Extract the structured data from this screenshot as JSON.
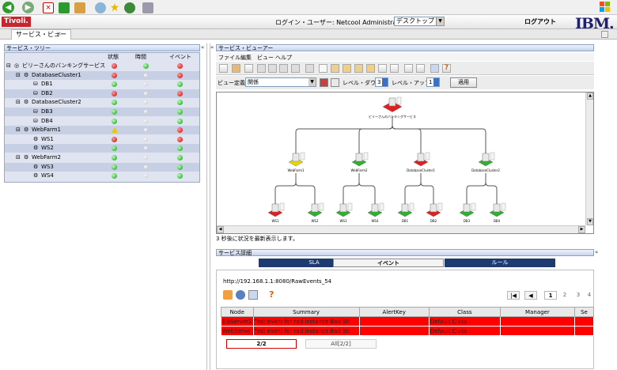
{
  "header": {
    "logo": "Tivoli.",
    "login_text": "ログイン・ユーザー: Netcool Administrator",
    "separator": "|",
    "desktop_select": "デスクトップ",
    "logout": "ログアウト",
    "brand": "IBM."
  },
  "tabs": {
    "active_label": "サービス・ビュー",
    "close": "×"
  },
  "service_tree": {
    "title": "サービス・ツリー",
    "collapse": "«",
    "columns": [
      "状態",
      "時間",
      "イベント"
    ],
    "rows": [
      {
        "label": "ビリーさんのバンキングサービス",
        "status": "red",
        "time": "green",
        "event": "red"
      },
      {
        "label": "DatabaseCluster1",
        "status": "red",
        "time": "gray",
        "event": "red"
      },
      {
        "label": "DB1",
        "status": "green",
        "time": "gray",
        "event": "green"
      },
      {
        "label": "DB2",
        "status": "red",
        "time": "gray",
        "event": "red"
      },
      {
        "label": "DatabaseCluster2",
        "status": "green",
        "time": "gray",
        "event": "green"
      },
      {
        "label": "DB3",
        "status": "green",
        "time": "gray",
        "event": "green"
      },
      {
        "label": "DB4",
        "status": "green",
        "time": "gray",
        "event": "green"
      },
      {
        "label": "WebFarm1",
        "status": "warning",
        "time": "gray",
        "event": "red"
      },
      {
        "label": "WS1",
        "status": "red",
        "time": "gray",
        "event": "red"
      },
      {
        "label": "WS2",
        "status": "green",
        "time": "gray",
        "event": "green"
      },
      {
        "label": "WebFarm2",
        "status": "green",
        "time": "gray",
        "event": "green"
      },
      {
        "label": "WS3",
        "status": "green",
        "time": "gray",
        "event": "green"
      },
      {
        "label": "WS4",
        "status": "green",
        "time": "gray",
        "event": "green"
      }
    ]
  },
  "service_viewer": {
    "title": "サービス・ビューアー",
    "collapse": "«",
    "menu": [
      "ファイル",
      "編集",
      "ビュー",
      "ヘルプ"
    ],
    "view_def_label": "ビュー定義",
    "view_def_value": "関係",
    "level_down_label": "レベル・ダウン",
    "level_down_value": "3",
    "level_up_label": "レベル・アップ",
    "level_up_value": "1",
    "apply_button": "適用",
    "status": "3 秒後に状況を最新表示します。",
    "graph": {
      "root": {
        "label": "ビリーさんのバンキングサービス",
        "color": "red"
      },
      "groups": [
        {
          "label": "WebFarm1",
          "color": "yellow"
        },
        {
          "label": "WebFarm2",
          "color": "green"
        },
        {
          "label": "DatabaseCluster1",
          "color": "red"
        },
        {
          "label": "DatabaseCluster2",
          "color": "green"
        }
      ],
      "leaves": [
        {
          "label": "WS1",
          "color": "red"
        },
        {
          "label": "WS2",
          "color": "green"
        },
        {
          "label": "WS3",
          "color": "green"
        },
        {
          "label": "WS4",
          "color": "green"
        },
        {
          "label": "DB1",
          "color": "green"
        },
        {
          "label": "DB2",
          "color": "red"
        },
        {
          "label": "DB3",
          "color": "green"
        },
        {
          "label": "DB4",
          "color": "green"
        }
      ]
    }
  },
  "service_details": {
    "title": "サービス詳細",
    "collapse": "«",
    "tabs": [
      "SLA",
      "イベント",
      "ルール"
    ],
    "active_tab": "イベント",
    "url": "http://192.168.1.1:8080/RawEvents_54",
    "pagination": [
      "1",
      "2",
      "3",
      "4"
    ],
    "columns": [
      "Node",
      "Summary",
      "AlertKey",
      "Class",
      "Manager",
      "Se"
    ],
    "rows": [
      [
        "DBServer2",
        "Test event for rad instance Bad Sti",
        "",
        "Default Class",
        "",
        ""
      ],
      [
        "WebServe",
        "Test event for rad instance Bad Sti",
        "",
        "Default Class",
        "",
        ""
      ]
    ],
    "page_label": "2/2",
    "all_label": "All[2/2]"
  },
  "colors": {
    "accent_red": "#c6262e",
    "panel_header": "#c6d4ec",
    "tab_dark": "#1e3a6e",
    "event_row": "#ff0000"
  }
}
